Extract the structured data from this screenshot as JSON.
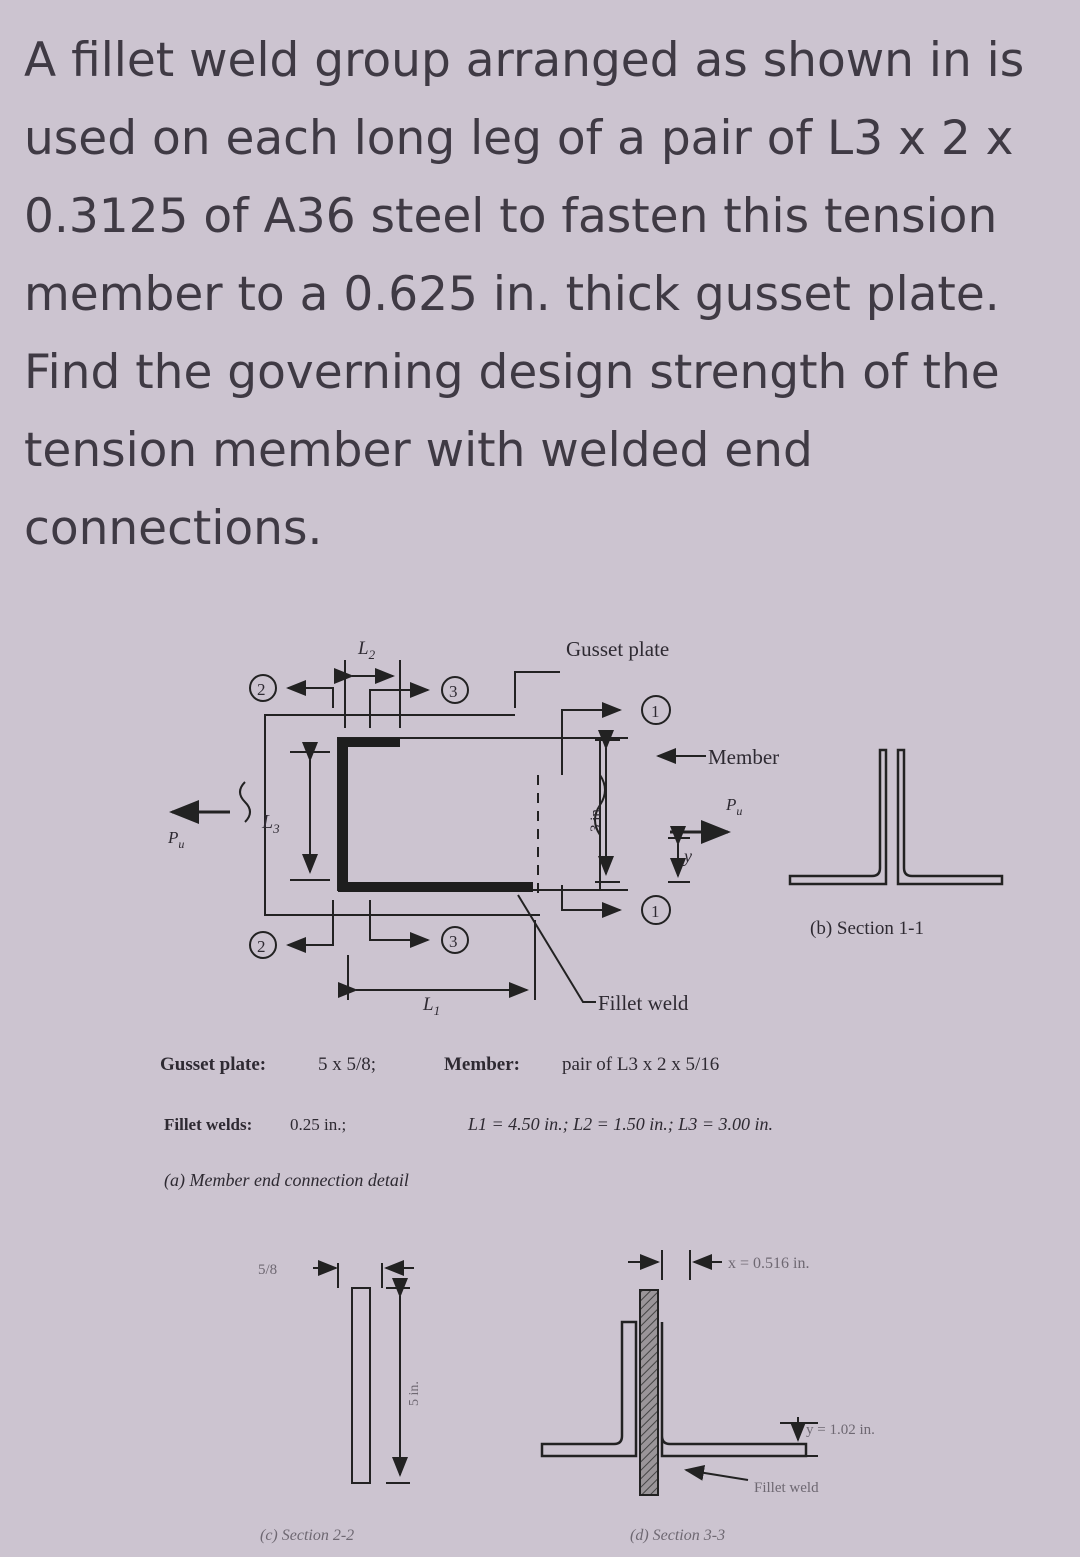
{
  "question": {
    "lines": [
      "A fillet weld group arranged as shown in is",
      "used on each long leg of a pair of L3 x 2 x",
      "0.3125 of A36 steel to fasten this tension",
      "member to a 0.625 in. thick gusset plate.",
      "Find the governing design strength of the",
      "tension member with welded end",
      "connections."
    ]
  },
  "figure": {
    "labels": {
      "gusset_plate": "Gusset plate",
      "member": "Member",
      "fillet_weld": "Fillet weld",
      "pu": "P",
      "pu_sub": "u",
      "l1": "L",
      "l1_sub": "1",
      "l2": "L",
      "l2_sub": "2",
      "l3": "L",
      "l3_sub": "3",
      "y": "y",
      "dim_3in": "3 in.",
      "section_1_1": "(b) Section 1-1",
      "section_2_2": "(c) Section 2-2",
      "section_3_3": "(d) Section 3-3",
      "dim_5_8": "5/8",
      "dim_5in": "5 in.",
      "x_bar": "x = 0.516 in.",
      "y_bar": "y = 1.02 in.",
      "fillet_weld_d": "Fillet weld",
      "caption_a": "(a) Member end connection detail"
    },
    "markers": {
      "one": "1",
      "two": "2",
      "three": "3"
    },
    "specs": {
      "gusset_key": "Gusset plate:",
      "gusset_val": "5 x 5/8;",
      "member_key": "Member:",
      "member_val": "pair of L3 x 2 x 5/16",
      "welds_key": "Fillet welds:",
      "welds_val": "0.25 in.;",
      "dims": "L1 = 4.50 in.;  L2 = 1.50 in.;  L3 = 3.00 in."
    }
  }
}
